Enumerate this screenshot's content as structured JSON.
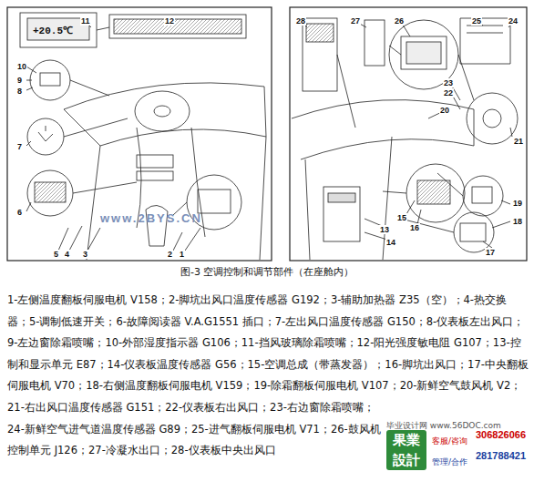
{
  "diagram": {
    "caption": "图-3 空调控制和调节部件（在座舱内）",
    "labels": [
      "11",
      "12",
      "10",
      "9",
      "8",
      "7",
      "6",
      "5",
      "4",
      "3",
      "2",
      "1",
      "28",
      "27",
      "26",
      "25",
      "24",
      "21",
      "23",
      "22",
      "20",
      "15",
      "16",
      "13",
      "14",
      "19",
      "18",
      "17",
      "+20.5℃",
      "www.2BYS.CN",
      "1-左侧温度翻板伺服电机 V158；2-脚坑出风口温度传感器 G192；3-辅助加热器 Z35（空）；4-热交换器；5-调制低速开关；6-故障阅读器 V.A.G1551 插口；7-左出风口温度传感器 G150；8-仪表板左出风口；9-左边窗除霜喷嘴；10-外部湿度指示器 G106；11-挡风玻璃除霜喷嘴；12-阳光强度敏电阻 G107；13-控制和显示单元 E87；14-仪表板温度传感器 G56；15-空调总成（带蒸发器）；16-脚坑出风口；17-中央翻板伺服电机 V70；18-右侧温度翻板伺服电机 V159；19-除霜翻板伺服电机 V107；20-新鲜空气鼓风机 V2；21-右出风口温度传感器 G151；22-仪表板右出风口；23-右边窗除霜喷嘴；24-新鲜空气进气道温度传感器 G89；25-进气翻板伺服电机 V71；26-鼓风机控制单元 J126；27-冷凝水出口；28-仪表板中央出风口",
      "毕业设计网 www.56DOC.com",
      "果業設計",
      "客服/咨询",
      "306826066",
      "管理/合作",
      "281788421"
    ]
  }
}
